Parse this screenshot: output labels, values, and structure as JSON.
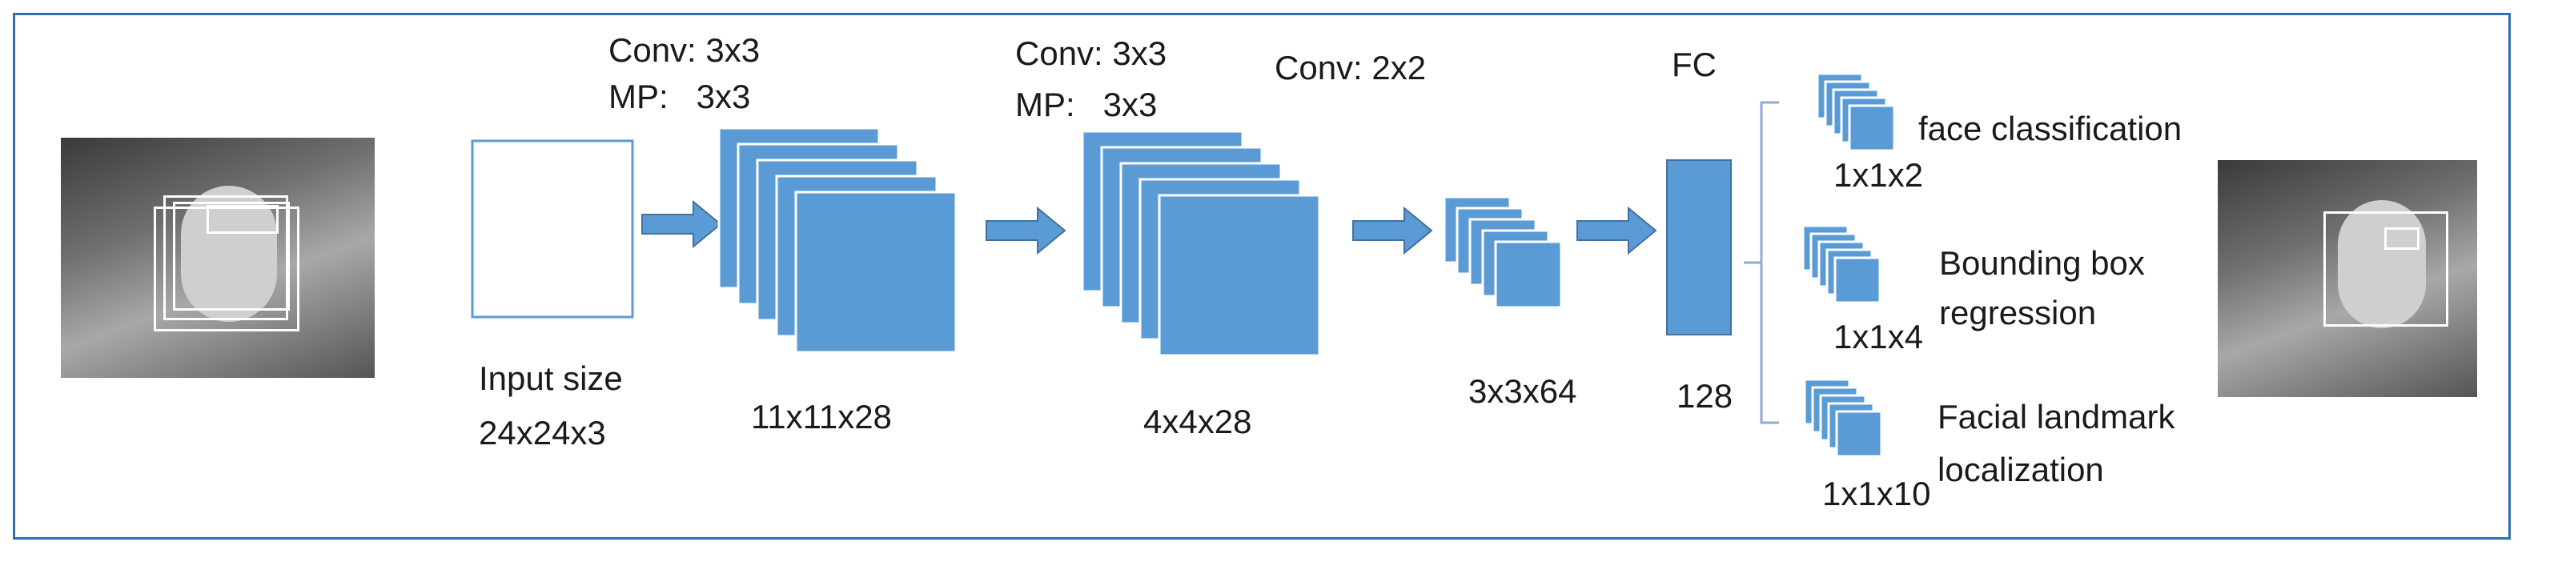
{
  "colors": {
    "block": "#5b9bd5",
    "edge": "#41719c",
    "frame": "#2f6fb0",
    "text": "#1a1a1a"
  },
  "images": {
    "input_face": "input-face-photo",
    "output_face": "output-face-photo"
  },
  "labels": {
    "conv1": "Conv: 3x3",
    "mp1": "MP:   3x3",
    "conv2": "Conv: 3x3",
    "mp2": "MP:   3x3",
    "conv3": "Conv: 2x2",
    "fc": "FC",
    "input_size": "Input size",
    "input_dims": "24x24x3",
    "layer1_dims": "11x11x28",
    "layer2_dims": "4x4x28",
    "layer3_dims": "3x3x64",
    "fc_dims": "128",
    "out1_name": "face classification",
    "out1_dims": "1x1x2",
    "out2_name_line1": "Bounding box",
    "out2_name_line2": "regression",
    "out2_dims": "1x1x4",
    "out3_name_line1": "Facial landmark",
    "out3_name_line2": "localization",
    "out3_dims": "1x1x10"
  }
}
